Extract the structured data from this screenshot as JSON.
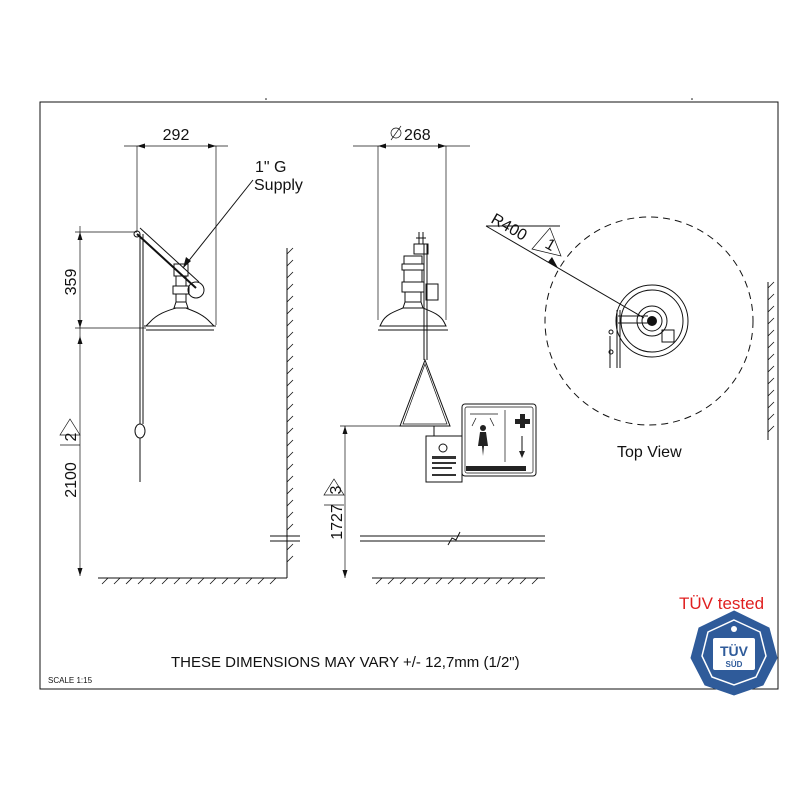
{
  "dimensions": {
    "width_left": "292",
    "diameter_right": "268",
    "height_upper": "359",
    "height_total": "2100",
    "height_total_ref": "2",
    "height_pull": "1727",
    "height_pull_ref": "3",
    "radius_top": "R400",
    "radius_top_ref": "1"
  },
  "labels": {
    "supply_line1": "1\" G",
    "supply_line2": "Supply",
    "top_view": "Top View"
  },
  "note": "THESE DIMENSIONS MAY VARY +/- 12,7mm (1/2\")",
  "scale": "SCALE 1:15",
  "certification": {
    "caption": "TÜV tested",
    "badge_line1": "TÜV",
    "badge_line2": "SÜD",
    "caption_color": "#e02020",
    "badge_color": "#2f5b9a"
  }
}
